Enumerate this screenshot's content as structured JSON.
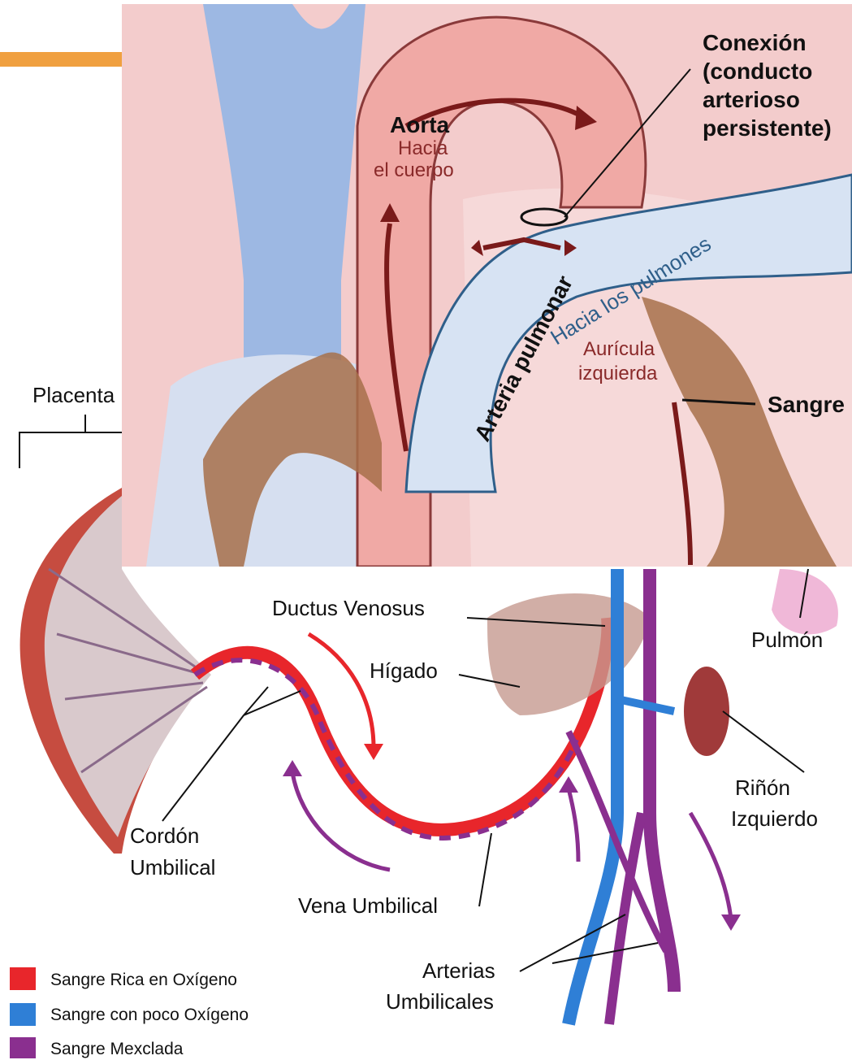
{
  "fetal_diagram": {
    "labels": {
      "placenta": "Placenta",
      "ductus_venosus": "Ductus Venosus",
      "higado": "Hígado",
      "pulmon": "Pulmón",
      "cordon_1": "Cordón",
      "cordon_2": "Umbilical",
      "vena_umbilical": "Vena Umbilical",
      "rinon_1": "Riñón",
      "rinon_2": "Izquierdo",
      "arterias_1": "Arterias",
      "arterias_2": "Umbilicales"
    },
    "legend": [
      {
        "label": "Sangre Rica en Oxígeno",
        "color": "#e8262b"
      },
      {
        "label": "Sangre con poco Oxígeno",
        "color": "#2f7fd6"
      },
      {
        "label": "Sangre Mexclada",
        "color": "#8a2f8f"
      }
    ]
  },
  "heart_inset": {
    "labels": {
      "conexion_1": "Conexión",
      "conexion_2": "(conducto",
      "conexion_3": "arterioso",
      "conexion_4": "persistente)",
      "aorta": "Aorta",
      "hacia_1": "Hacia",
      "hacia_2": "el cuerpo",
      "arteria_pulmonar": "Arteria pulmonar",
      "hacia_pulmones": "Hacia los pulmones",
      "auricula_1": "Aurícula",
      "auricula_2": "izquierda",
      "sangre": "Sangre"
    }
  },
  "colors": {
    "accent_bar": "#f0a040",
    "oxygen_rich": "#e8262b",
    "low_oxygen": "#2f7fd6",
    "mixed": "#8a2f8f",
    "heart_bg": "#f3cccc",
    "vein_blue": "#9db8e3",
    "pulmonary": "#d7e3f3",
    "aorta_pink": "#f0a9a5",
    "arrow_dark": "#7a1a1a",
    "muscle_brown": "#a7704a"
  }
}
